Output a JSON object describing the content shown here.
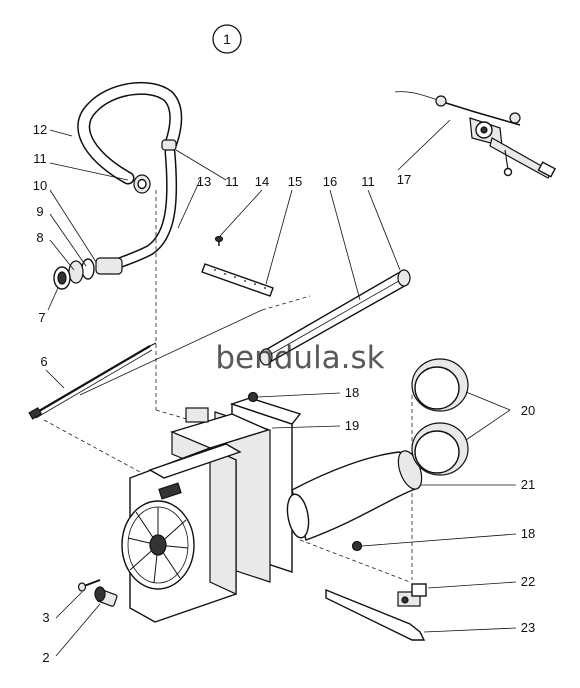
{
  "diagram": {
    "figure_number": "1",
    "watermark": "bendula.sk",
    "callouts": [
      {
        "id": "c2",
        "text": "2"
      },
      {
        "id": "c3",
        "text": "3"
      },
      {
        "id": "c6",
        "text": "6"
      },
      {
        "id": "c7",
        "text": "7"
      },
      {
        "id": "c8",
        "text": "8"
      },
      {
        "id": "c9",
        "text": "9"
      },
      {
        "id": "c10",
        "text": "10"
      },
      {
        "id": "c11a",
        "text": "11"
      },
      {
        "id": "c11b",
        "text": "11"
      },
      {
        "id": "c11c",
        "text": "11"
      },
      {
        "id": "c12",
        "text": "12"
      },
      {
        "id": "c13",
        "text": "13"
      },
      {
        "id": "c14",
        "text": "14"
      },
      {
        "id": "c15",
        "text": "15"
      },
      {
        "id": "c16",
        "text": "16"
      },
      {
        "id": "c17",
        "text": "17"
      },
      {
        "id": "c18a",
        "text": "18"
      },
      {
        "id": "c18b",
        "text": "18"
      },
      {
        "id": "c19",
        "text": "19"
      },
      {
        "id": "c20",
        "text": "20"
      },
      {
        "id": "c21",
        "text": "21"
      },
      {
        "id": "c22",
        "text": "22"
      },
      {
        "id": "c23",
        "text": "23"
      }
    ]
  }
}
